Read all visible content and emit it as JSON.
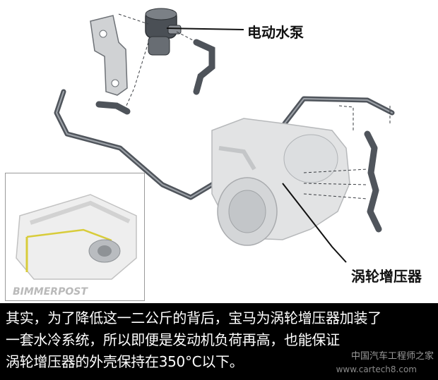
{
  "callouts": {
    "pump": "电动水泵",
    "turbo": "涡轮增压器"
  },
  "inset": {
    "brand": "BIMMERPOST"
  },
  "caption": {
    "lines": [
      "其实，为了降低这一二公斤的背后，宝马为涡轮增压器加装了",
      "一套水冷系统，所以即便是发动机负荷再高，也能保证",
      "涡轮增压器的外壳保持在350°C以下。"
    ]
  },
  "watermark": {
    "text": "中国汽车工程师之家",
    "url": "www.cartech8.com"
  },
  "colors": {
    "caption_bg": "#000000",
    "caption_text": "#ffffff",
    "pipe": "#5a5f66",
    "turbo_body": "#e4e4e4"
  }
}
